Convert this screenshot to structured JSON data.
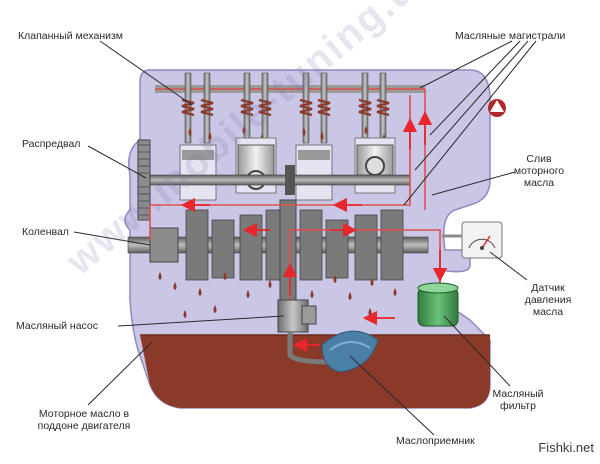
{
  "labels": {
    "valve_mechanism": "Клапанный механизм",
    "camshaft": "Распредвал",
    "crankshaft": "Коленвал",
    "oil_pump": "Масляный насос",
    "engine_oil_line1": "Моторное масло в",
    "engine_oil_line2": "поддоне двигателя",
    "oil_lines": "Масляные магистрали",
    "oil_drain_line1": "Слив",
    "oil_drain_line2": "моторного",
    "oil_drain_line3": "масла",
    "pressure_sensor_line1": "Датчик",
    "pressure_sensor_line2": "давления",
    "pressure_sensor_line3": "масла",
    "oil_filter_line1": "Масляный",
    "oil_filter_line2": "фильтр",
    "oil_pickup": "Маслоприемник"
  },
  "watermark": "www.mobile-tuning.ua",
  "source_mark": "Fishki.net",
  "colors": {
    "engine_block": "#c9c6e6",
    "oil": "#8b3a2a",
    "oil_flow_line": "#e0504a",
    "flow_arrow": "#e8262b",
    "metal": "#8c8c8c",
    "filter": "#4aa05a",
    "pickup": "#4a7fa6",
    "leader_line": "#2a2a2a"
  }
}
